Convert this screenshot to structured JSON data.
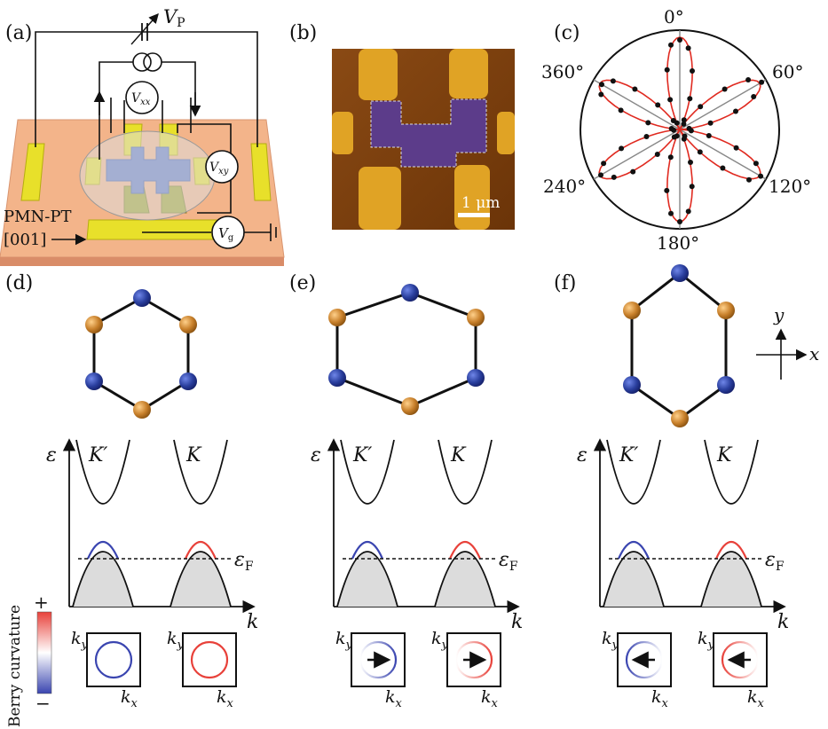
{
  "panels": {
    "a": "(a)",
    "b": "(b)",
    "c": "(c)",
    "d": "(d)",
    "e": "(e)",
    "f": "(f)"
  },
  "device": {
    "vp": "V",
    "vp_sub": "P",
    "vxx": "V",
    "vxx_sub": "xx",
    "vxy": "V",
    "vxy_sub": "xy",
    "vg": "V",
    "vg_sub": "g",
    "substrate": "PMN-PT",
    "orientation": "[001]"
  },
  "afm": {
    "scalebar": "1 μm"
  },
  "polar": {
    "labels": [
      "0°",
      "60°",
      "120°",
      "180°",
      "240°",
      "360°"
    ],
    "petals": 6,
    "petal_angles_deg": [
      0,
      60,
      120,
      180,
      240,
      300
    ]
  },
  "axes_small": {
    "x": "x",
    "y": "y"
  },
  "bands": {
    "energy": "ε",
    "k": "k",
    "kprime": "K′",
    "kvalley": "K",
    "ef": "ε",
    "ef_sub": "F"
  },
  "circles": {
    "ky": "k",
    "ky_sub": "y",
    "kx": "k",
    "kx_sub": "x"
  },
  "colorbar": {
    "label": "Berry curvature",
    "plus": "+",
    "minus": "−"
  },
  "colors": {
    "blue_atom": "#2a3f9e",
    "orange_atom": "#c8802b",
    "berry_pos": "#e8413a",
    "berry_neg": "#3a45b0",
    "substrate": "#f3b48a",
    "electrode": "#e8e02a"
  }
}
